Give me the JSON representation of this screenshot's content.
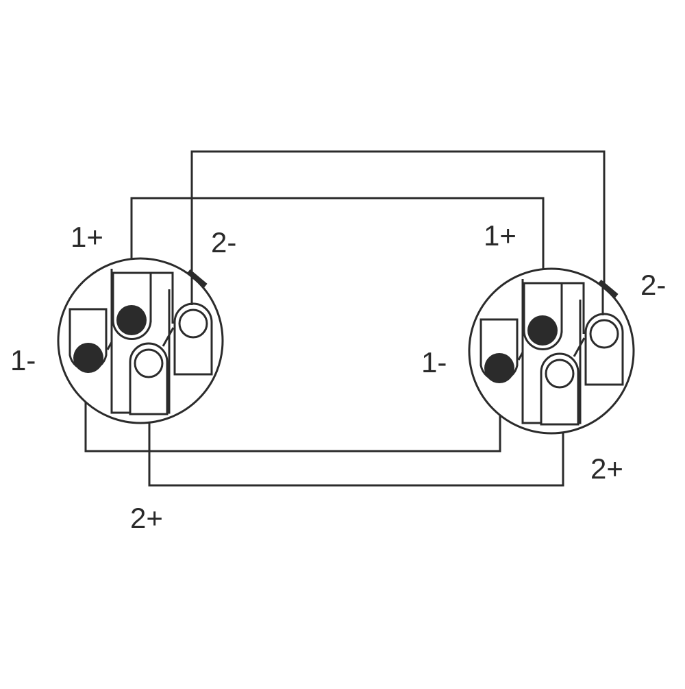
{
  "diagram": {
    "type": "wiring-diagram",
    "description": "4-pole speaker connector cable wiring (pin to pin)",
    "colors": {
      "line": "#2b2b2b",
      "background": "#ffffff",
      "text": "#2a2a2a"
    },
    "connectors": [
      {
        "id": "left",
        "labels": {
          "p1_plus": "1+",
          "p2_minus": "2-",
          "p1_minus": "1-",
          "p2_plus": "2+"
        }
      },
      {
        "id": "right",
        "labels": {
          "p1_plus": "1+",
          "p2_minus": "2-",
          "p1_minus": "1-",
          "p2_plus": "2+"
        }
      }
    ],
    "wires": [
      {
        "from": "left.2-",
        "to": "right.2-"
      },
      {
        "from": "left.1+",
        "to": "right.1+"
      },
      {
        "from": "left.1-",
        "to": "right.1-"
      },
      {
        "from": "left.2+",
        "to": "right.2+"
      }
    ]
  }
}
